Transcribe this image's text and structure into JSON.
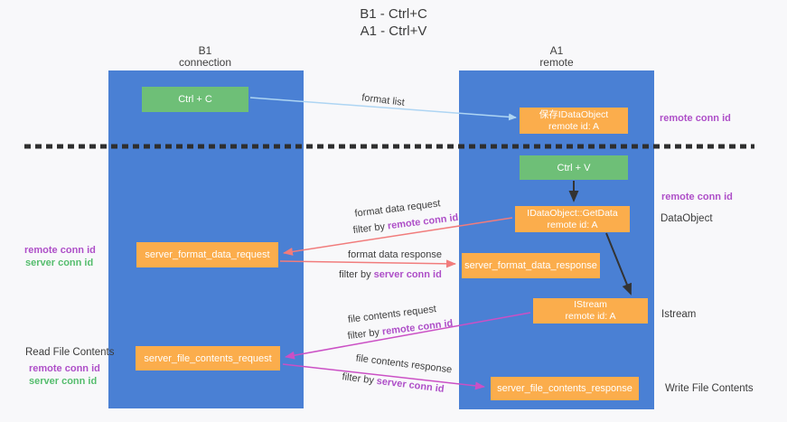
{
  "title": {
    "line1": "B1 - Ctrl+C",
    "line2": "A1 - Ctrl+V"
  },
  "lifelines": {
    "b1": {
      "name": "B1",
      "role": "connection"
    },
    "a1": {
      "name": "A1",
      "role": "remote"
    }
  },
  "nodes": {
    "ctrl_c": {
      "label": "Ctrl + C"
    },
    "save_dataobject": {
      "line1": "保存IDataObject",
      "line2": "remote id: A"
    },
    "ctrl_v": {
      "label": "Ctrl + V"
    },
    "getdata": {
      "line1": "IDataObject::GetData",
      "line2": "remote id: A"
    },
    "format_request": {
      "label": "server_format_data_request"
    },
    "format_response": {
      "label": "server_format_data_response"
    },
    "istream": {
      "line1": "IStream",
      "line2": "remote id: A"
    },
    "file_request": {
      "label": "server_file_contents_request"
    },
    "file_response": {
      "label": "server_file_contents_response"
    }
  },
  "flows": {
    "format_list": {
      "label": "format list"
    },
    "format_data_request": {
      "label": "format data request",
      "filter_prefix": "filter by",
      "filter_key": "remote conn id"
    },
    "format_data_response": {
      "label": "format data response",
      "filter_prefix": "filter by",
      "filter_key": "server conn id"
    },
    "file_contents_request": {
      "label": "file contents request",
      "filter_prefix": "filter by",
      "filter_key": "remote conn id"
    },
    "file_contents_response": {
      "label": "file contents response",
      "filter_prefix": "filter by",
      "filter_key": "server conn id"
    }
  },
  "annotations": {
    "right_remote_conn_id_top": "remote conn id",
    "right_remote_conn_id_mid": "remote conn id",
    "right_dataobject": "DataObject",
    "right_istream": "Istream",
    "right_write_file": "Write File Contents",
    "left_remote_conn_id_mid": "remote conn id",
    "left_server_conn_id_mid": "server conn id",
    "left_read_file": "Read File Contents",
    "left_remote_conn_id_bottom": "remote conn id",
    "left_server_conn_id_bottom": "server conn id"
  },
  "colors": {
    "column_blue": "#4a80d4",
    "node_orange": "#fbad4c",
    "node_green": "#6ebf77",
    "label_purple": "#ae4fc8",
    "label_green": "#55bd6d",
    "arrow_salmon": "#f17c7c",
    "arrow_magenta": "#cb50c5",
    "arrow_lightblue": "#aed5f3",
    "arrow_black": "#333333",
    "text_dark": "#3b3b3b",
    "background": "#f8f8fa",
    "dash": "#2e2e2e"
  }
}
